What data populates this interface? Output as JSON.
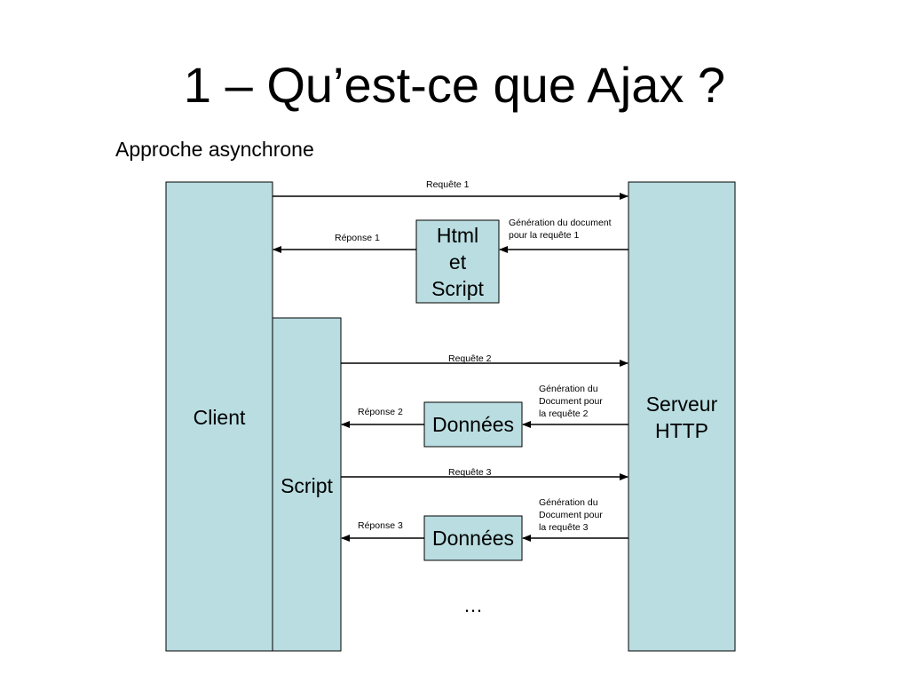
{
  "slide": {
    "title": "1 – Qu’est-ce que Ajax ?",
    "subtitle": "Approche asynchrone"
  },
  "colors": {
    "box_fill": "#b9dde1",
    "stroke": "#000000"
  },
  "diagram": {
    "client_label": "Client",
    "script_label": "Script",
    "server_label": "Serveur\nHTTP",
    "html_script_box": "Html\net\nScript",
    "data_box_1": "Données",
    "data_box_2": "Données",
    "requests": {
      "r1": "Requête 1",
      "r2": "Requête 2",
      "r3": "Requête 3"
    },
    "responses": {
      "p1": "Réponse 1",
      "p2": "Réponse 2",
      "p3": "Réponse 3"
    },
    "generation_notes": {
      "g1": "Génération du document\npour la requête 1",
      "g2": "Génération du\nDocument pour\nla requête 2",
      "g3": "Génération du\nDocument pour\nla requête 3"
    },
    "continuation": "…"
  }
}
